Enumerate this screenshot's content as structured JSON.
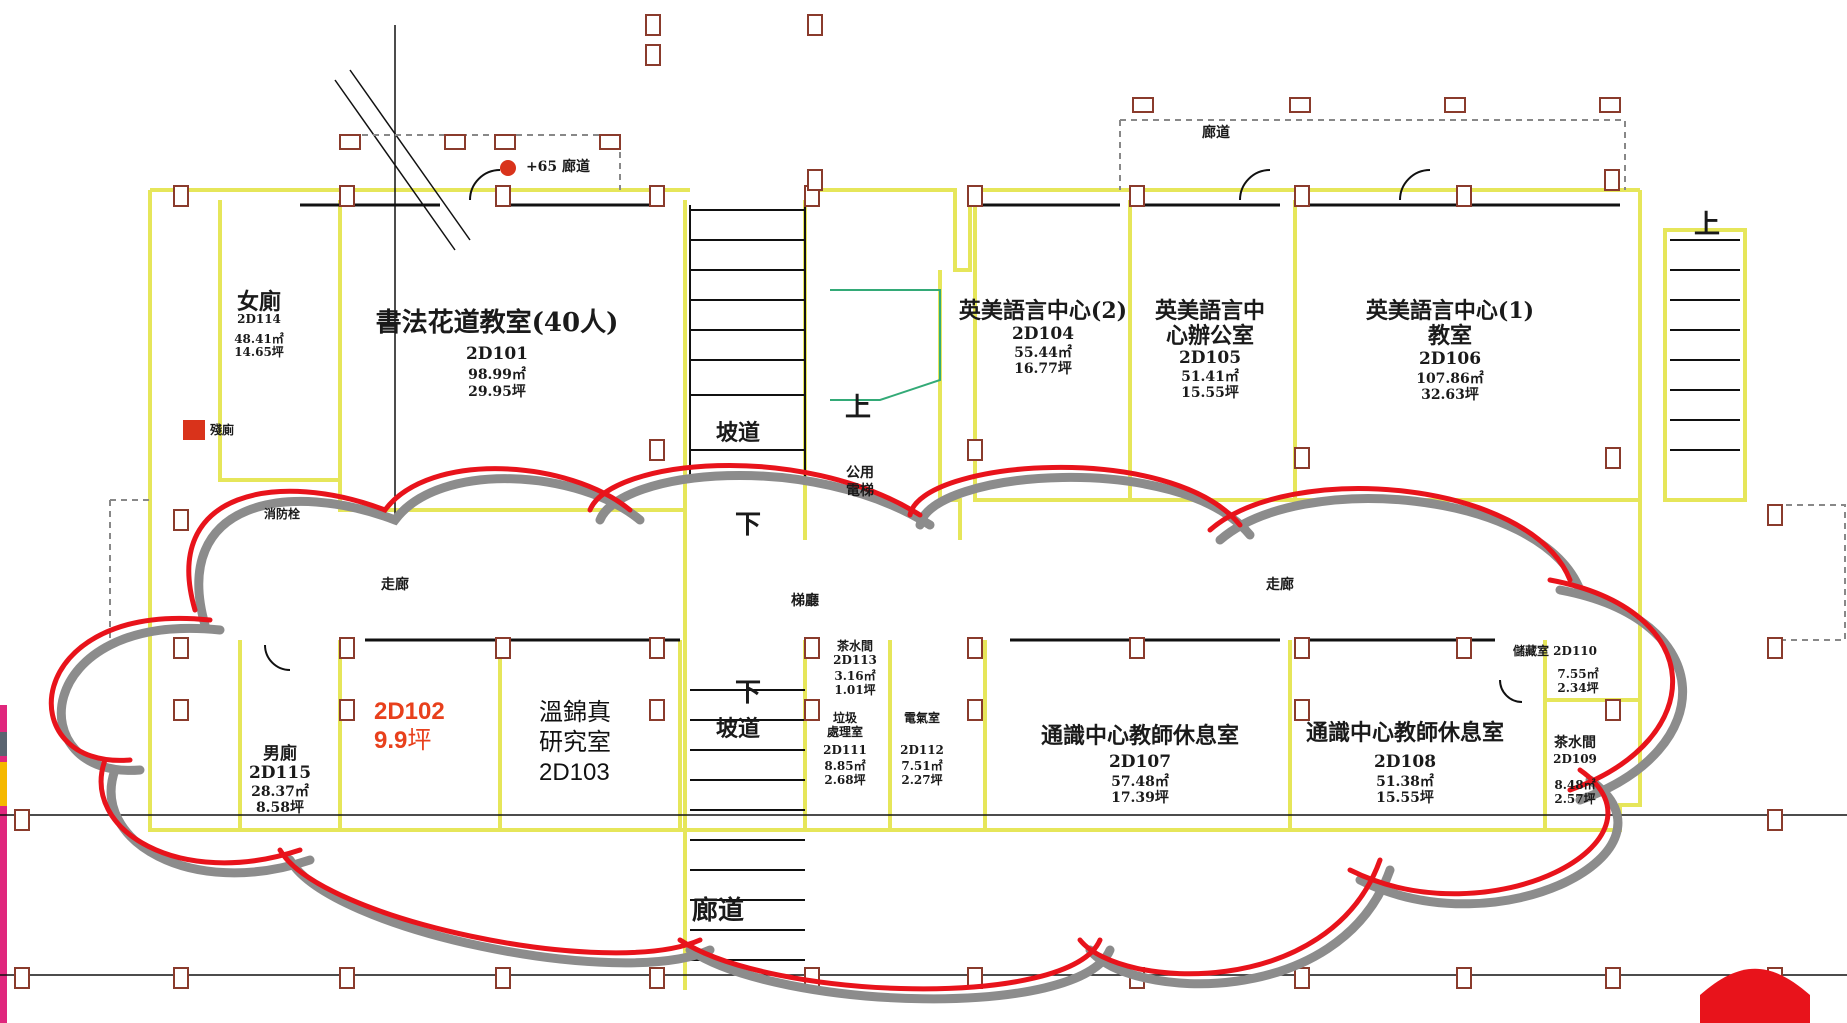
{
  "rooms": {
    "r2D101": {
      "name": "書法花道教室(40人)",
      "code": "2D101",
      "area_m2": "98.99㎡",
      "area_ping": "29.95坪"
    },
    "r2D104": {
      "name": "英美語言中心(2)",
      "code": "2D104",
      "area_m2": "55.44㎡",
      "area_ping": "16.77坪"
    },
    "r2D105": {
      "name1": "英美語言中",
      "name2": "心辦公室",
      "code": "2D105",
      "area_m2": "51.41㎡",
      "area_ping": "15.55坪"
    },
    "r2D106": {
      "name1": "英美語言中心(1)",
      "name2": "教室",
      "code": "2D106",
      "area_m2": "107.86㎡",
      "area_ping": "32.63坪"
    },
    "r2D114": {
      "name": "女廁",
      "code": "2D114",
      "area_m2": "48.41㎡",
      "area_ping": "14.65坪"
    },
    "r2D115": {
      "name": "男廁",
      "code": "2D115",
      "area_m2": "28.37㎡",
      "area_ping": "8.58坪"
    },
    "r2D107": {
      "name": "通識中心教師休息室",
      "code": "2D107",
      "area_m2": "57.48㎡",
      "area_ping": "17.39坪"
    },
    "r2D108": {
      "name": "通識中心教師休息室",
      "code": "2D108",
      "area_m2": "51.38㎡",
      "area_ping": "15.55坪"
    },
    "r2D109": {
      "name": "茶水間",
      "code": "2D109",
      "area_m2": "8.48㎡",
      "area_ping": "2.57坪"
    },
    "r2D110": {
      "name": "儲藏室 2D110",
      "area_m2": "7.55㎡",
      "area_ping": "2.34坪"
    },
    "r2D111": {
      "name1": "垃圾",
      "name2": "處理室",
      "code": "2D111",
      "area_m2": "8.85㎡",
      "area_ping": "2.68坪"
    },
    "r2D112": {
      "name": "電氣室",
      "code": "2D112",
      "area_m2": "7.51㎡",
      "area_ping": "2.27坪"
    },
    "r2D113": {
      "name": "茶水間",
      "code": "2D113",
      "area_m2": "3.16㎡",
      "area_ping": "1.01坪"
    }
  },
  "labels": {
    "corridor_top": "廊道",
    "corridor_top_left": "+65 廊道",
    "corridor_bottom": "廊道",
    "hall_left": "走廊",
    "hall_right": "走廊",
    "lobby": "梯廳",
    "ramp_upper": "坡道",
    "ramp_lower": "坡道",
    "down_upper": "下",
    "down_lower": "下",
    "up_stair_mid": "上",
    "up_stair_right": "上",
    "public_space1": "公用",
    "public_space2": "電梯",
    "accessible_wc": "殘廁",
    "fire_hydrant": "消防栓"
  },
  "annotation_red": {
    "code": "2D102",
    "area_value": "9.9",
    "area_unit": "坪"
  },
  "annotation_black": {
    "line1": "溫錦真",
    "line2": "研究室",
    "line3": "2D103"
  },
  "colors": {
    "wall_outline": "#e6e65a",
    "cloud_red": "#e8131b",
    "cloud_shadow": "#8c8c8c",
    "annotation_red": "#e8401c",
    "side_tab_pink": "#e0277d",
    "side_tab_yellow": "#f5b800",
    "side_tab_gray": "#5a6470",
    "corner_mark": "#e8131b"
  }
}
